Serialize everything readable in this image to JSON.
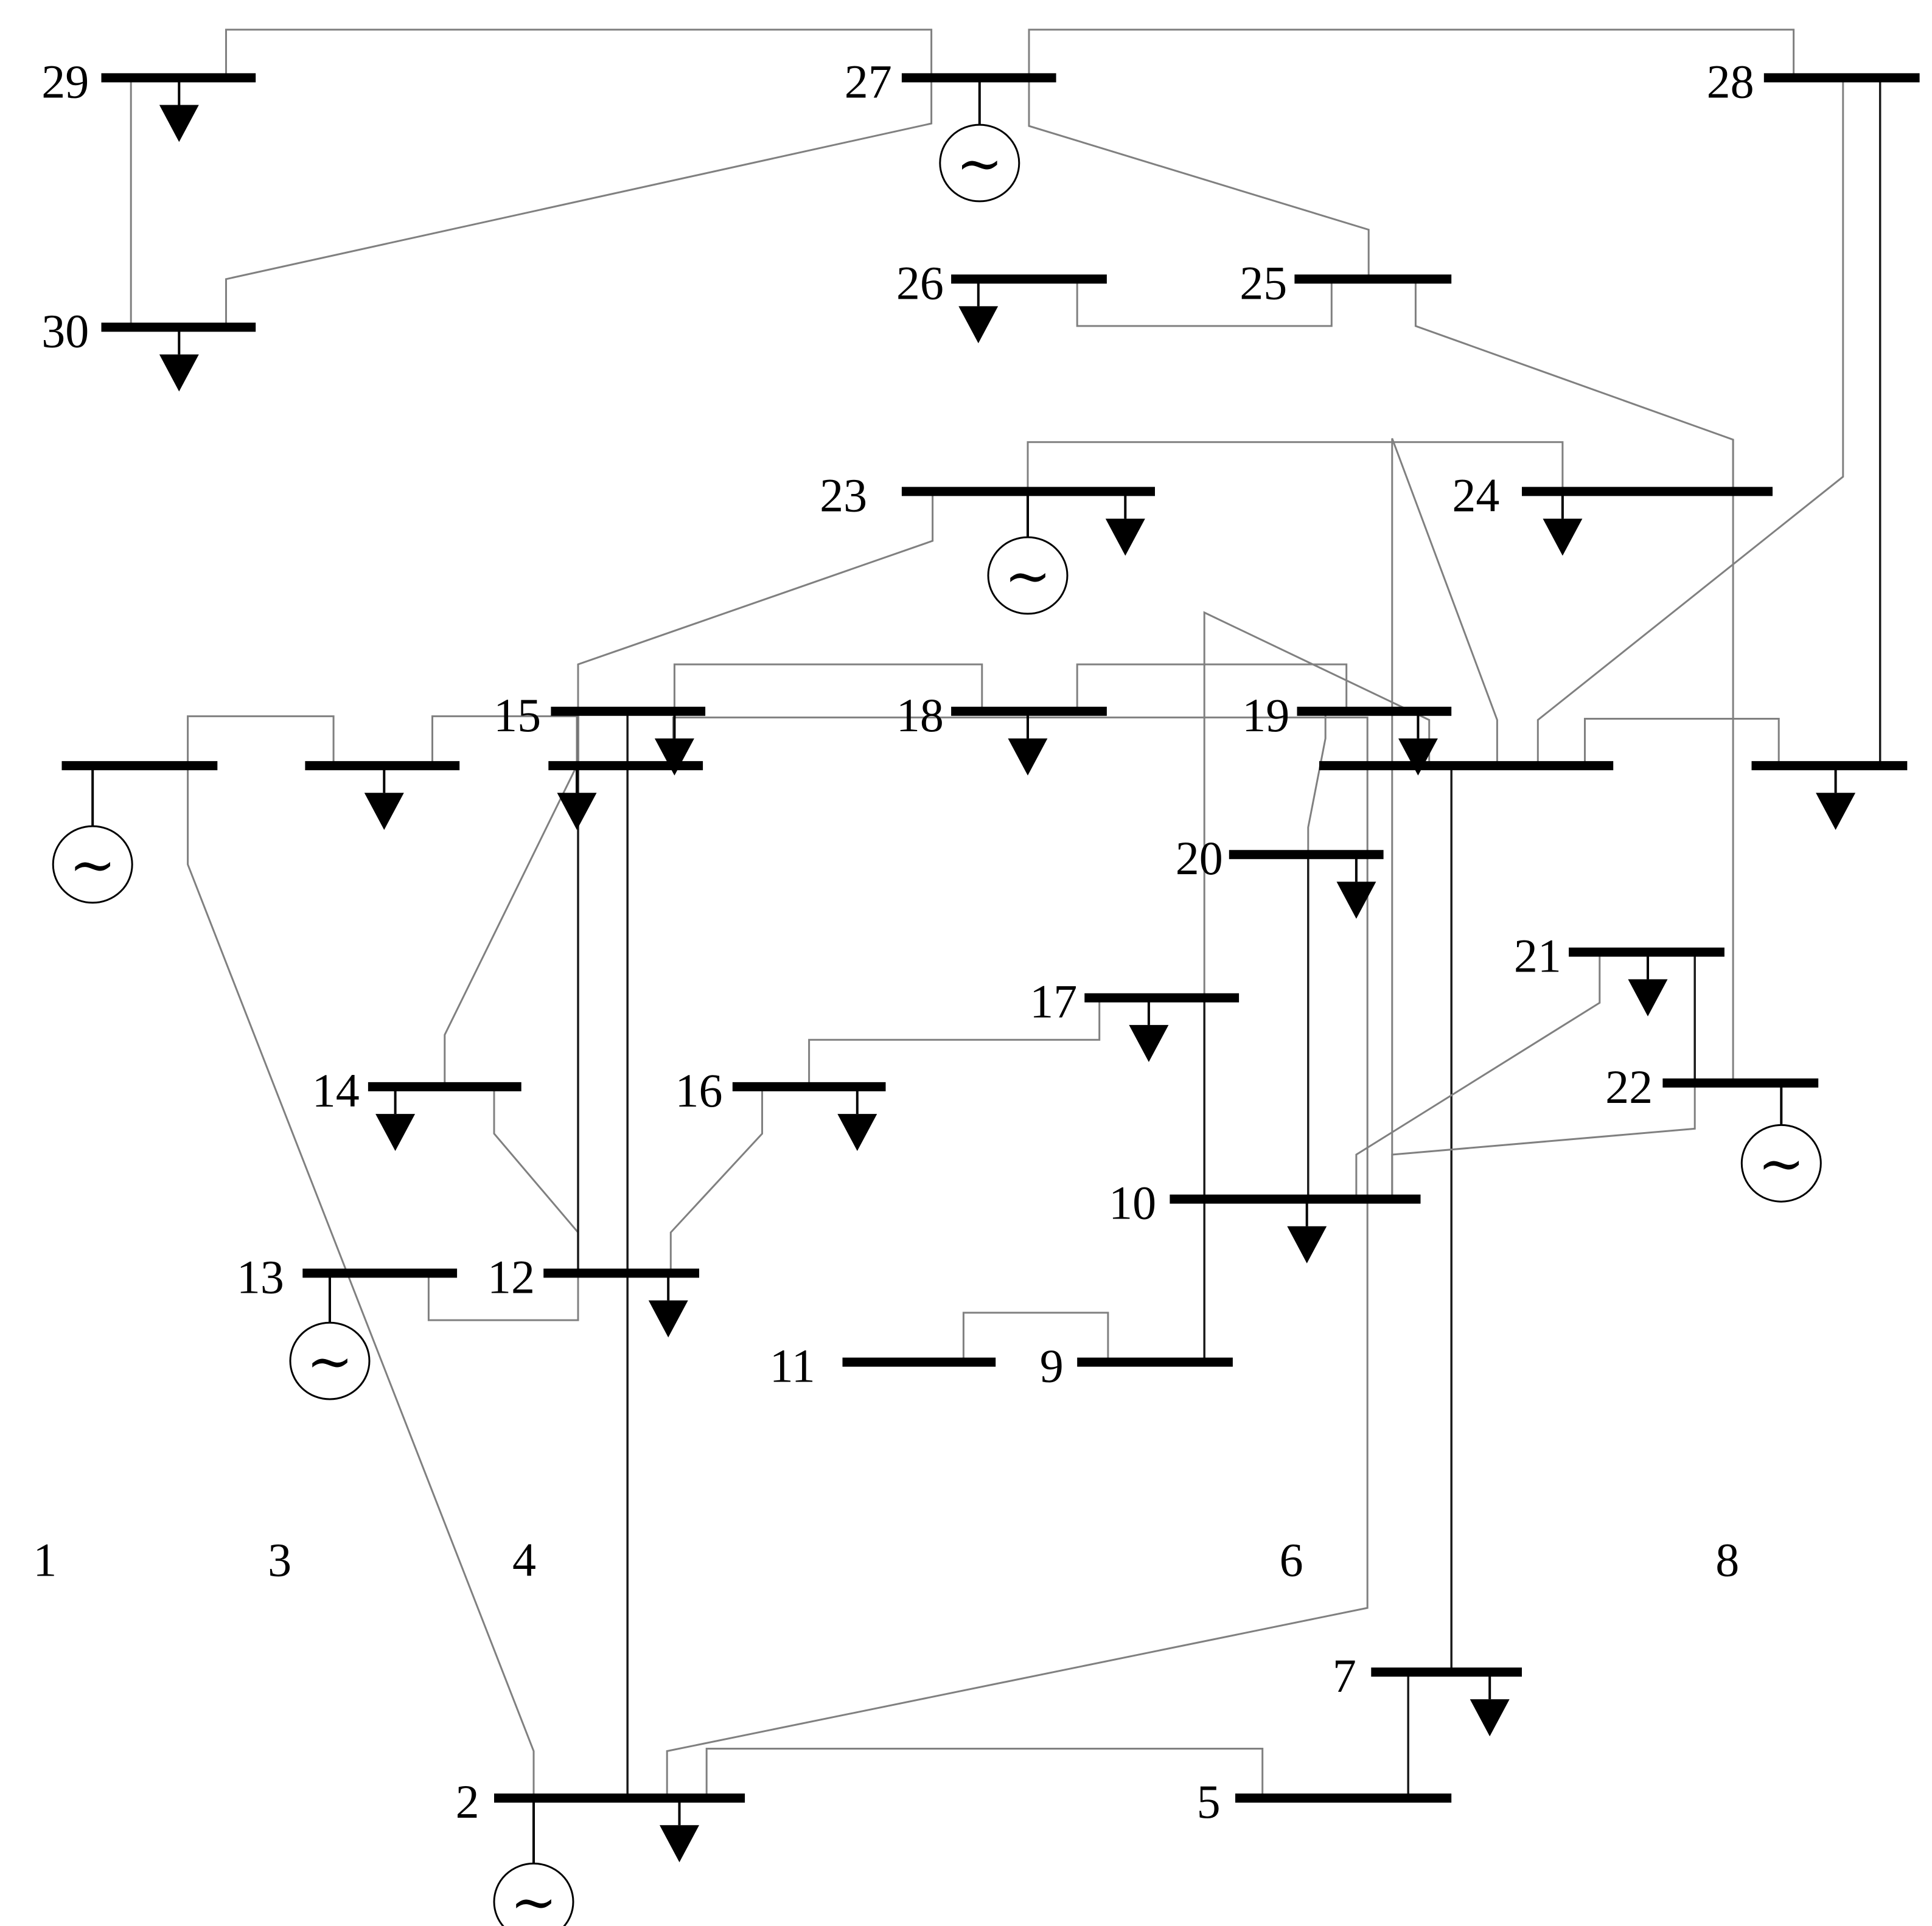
{
  "buses": [
    {
      "id": "1",
      "label": "1",
      "gen": true,
      "load": false
    },
    {
      "id": "2",
      "label": "2",
      "gen": true,
      "load": true
    },
    {
      "id": "3",
      "label": "3",
      "gen": false,
      "load": true
    },
    {
      "id": "4",
      "label": "4",
      "gen": false,
      "load": true
    },
    {
      "id": "5",
      "label": "5",
      "gen": false,
      "load": false
    },
    {
      "id": "6",
      "label": "6",
      "gen": false,
      "load": false
    },
    {
      "id": "7",
      "label": "7",
      "gen": false,
      "load": true
    },
    {
      "id": "8",
      "label": "8",
      "gen": false,
      "load": true
    },
    {
      "id": "9",
      "label": "9",
      "gen": false,
      "load": false
    },
    {
      "id": "10",
      "label": "10",
      "gen": false,
      "load": true
    },
    {
      "id": "11",
      "label": "11",
      "gen": false,
      "load": false
    },
    {
      "id": "12",
      "label": "12",
      "gen": false,
      "load": true
    },
    {
      "id": "13",
      "label": "13",
      "gen": true,
      "load": false
    },
    {
      "id": "14",
      "label": "14",
      "gen": false,
      "load": true
    },
    {
      "id": "15",
      "label": "15",
      "gen": false,
      "load": true
    },
    {
      "id": "16",
      "label": "16",
      "gen": false,
      "load": true
    },
    {
      "id": "17",
      "label": "17",
      "gen": false,
      "load": true
    },
    {
      "id": "18",
      "label": "18",
      "gen": false,
      "load": true
    },
    {
      "id": "19",
      "label": "19",
      "gen": false,
      "load": true
    },
    {
      "id": "20",
      "label": "20",
      "gen": false,
      "load": true
    },
    {
      "id": "21",
      "label": "21",
      "gen": false,
      "load": true
    },
    {
      "id": "22",
      "label": "22",
      "gen": true,
      "load": false
    },
    {
      "id": "23",
      "label": "23",
      "gen": true,
      "load": true
    },
    {
      "id": "24",
      "label": "24",
      "gen": false,
      "load": true
    },
    {
      "id": "25",
      "label": "25",
      "gen": false,
      "load": false
    },
    {
      "id": "26",
      "label": "26",
      "gen": false,
      "load": true
    },
    {
      "id": "27",
      "label": "27",
      "gen": true,
      "load": false
    },
    {
      "id": "28",
      "label": "28",
      "gen": false,
      "load": false
    },
    {
      "id": "29",
      "label": "29",
      "gen": false,
      "load": true
    },
    {
      "id": "30",
      "label": "30",
      "gen": false,
      "load": true
    }
  ],
  "branches": [
    {
      "from": "1",
      "to": "2"
    },
    {
      "from": "1",
      "to": "3"
    },
    {
      "from": "2",
      "to": "4"
    },
    {
      "from": "3",
      "to": "4"
    },
    {
      "from": "2",
      "to": "5"
    },
    {
      "from": "2",
      "to": "6"
    },
    {
      "from": "4",
      "to": "6"
    },
    {
      "from": "5",
      "to": "7"
    },
    {
      "from": "6",
      "to": "7"
    },
    {
      "from": "6",
      "to": "8"
    },
    {
      "from": "6",
      "to": "9"
    },
    {
      "from": "6",
      "to": "10"
    },
    {
      "from": "9",
      "to": "11"
    },
    {
      "from": "9",
      "to": "10"
    },
    {
      "from": "4",
      "to": "12"
    },
    {
      "from": "12",
      "to": "13"
    },
    {
      "from": "12",
      "to": "14"
    },
    {
      "from": "12",
      "to": "15"
    },
    {
      "from": "12",
      "to": "16"
    },
    {
      "from": "14",
      "to": "15"
    },
    {
      "from": "16",
      "to": "17"
    },
    {
      "from": "15",
      "to": "18"
    },
    {
      "from": "18",
      "to": "19"
    },
    {
      "from": "19",
      "to": "20"
    },
    {
      "from": "10",
      "to": "20"
    },
    {
      "from": "10",
      "to": "17"
    },
    {
      "from": "10",
      "to": "21"
    },
    {
      "from": "10",
      "to": "22"
    },
    {
      "from": "21",
      "to": "22"
    },
    {
      "from": "15",
      "to": "23"
    },
    {
      "from": "22",
      "to": "24"
    },
    {
      "from": "23",
      "to": "24"
    },
    {
      "from": "24",
      "to": "25"
    },
    {
      "from": "25",
      "to": "26"
    },
    {
      "from": "25",
      "to": "27"
    },
    {
      "from": "28",
      "to": "27"
    },
    {
      "from": "27",
      "to": "29"
    },
    {
      "from": "27",
      "to": "30"
    },
    {
      "from": "29",
      "to": "30"
    },
    {
      "from": "8",
      "to": "28"
    },
    {
      "from": "6",
      "to": "28"
    }
  ],
  "generator_symbol": "~",
  "colors": {
    "bus": "#000000",
    "line": "#808080",
    "line_dark": "#1a1a1a",
    "symbol": "#000000"
  }
}
